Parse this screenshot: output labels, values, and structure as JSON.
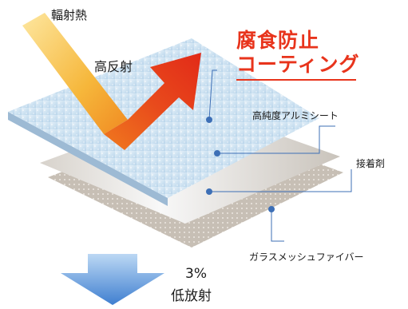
{
  "labels": {
    "radiant_heat": "輻射熱",
    "high_reflection": "高反射",
    "coating_line1": "腐食防止",
    "coating_line2": "コーティング",
    "aluminum_sheet": "高純度アルミシート",
    "adhesive": "接着剤",
    "glass_mesh": "ガラスメッシュファイバー",
    "emissivity_value": "3%",
    "low_emissivity": "低放射"
  },
  "colors": {
    "accent_red": "#e8341c",
    "incoming_arrow_yellow": "#f6c84a",
    "outgoing_arrow_red": "#e8341c",
    "emission_arrow_blue": "#5a95d8",
    "leader_line": "#3d6fb6",
    "aluminum_sheet": "#cfe3f2",
    "mesh_layer": "#c9c1b7"
  },
  "icons": {
    "layer_marker": "dot-icon"
  }
}
